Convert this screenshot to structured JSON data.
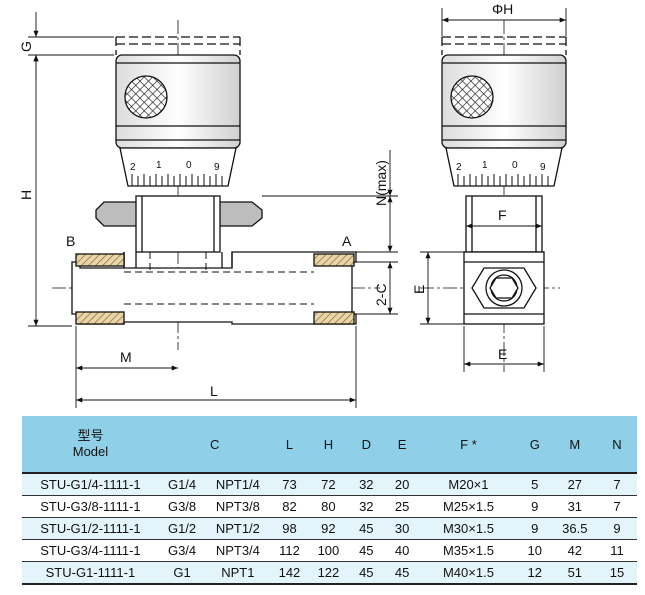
{
  "drawing": {
    "labels": {
      "phi_h": "ΦH",
      "g": "G",
      "h": "H",
      "n_max": "N(max)",
      "b": "B",
      "a": "A",
      "two_c": "2-C",
      "e_left": "E",
      "e_bottom": "E",
      "f": "F",
      "m": "M",
      "l": "L"
    },
    "dial_front": [
      "2",
      "1",
      "0",
      "9"
    ],
    "dial_side": [
      "2",
      "1",
      "0",
      "9"
    ]
  },
  "table": {
    "headers": {
      "model_cn": "型号",
      "model_en": "Model",
      "c": "C",
      "l": "L",
      "h": "H",
      "d": "D",
      "e": "E",
      "f": "F *",
      "g": "G",
      "m": "M",
      "n": "N"
    },
    "rows": [
      {
        "model": "STU-G1/4-1111-1",
        "c1": "G1/4",
        "c2": "NPT1/4",
        "l": "73",
        "h": "72",
        "d": "32",
        "e": "20",
        "f": "M20×1",
        "g": "5",
        "m": "27",
        "n": "7"
      },
      {
        "model": "STU-G3/8-1111-1",
        "c1": "G3/8",
        "c2": "NPT3/8",
        "l": "82",
        "h": "80",
        "d": "32",
        "e": "25",
        "f": "M25×1.5",
        "g": "9",
        "m": "31",
        "n": "7"
      },
      {
        "model": "STU-G1/2-1111-1",
        "c1": "G1/2",
        "c2": "NPT1/2",
        "l": "98",
        "h": "92",
        "d": "45",
        "e": "30",
        "f": "M30×1.5",
        "g": "9",
        "m": "36.5",
        "n": "9"
      },
      {
        "model": "STU-G3/4-1111-1",
        "c1": "G3/4",
        "c2": "NPT3/4",
        "l": "112",
        "h": "100",
        "d": "45",
        "e": "40",
        "f": "M35×1.5",
        "g": "10",
        "m": "42",
        "n": "11"
      },
      {
        "model": "STU-G1-1111-1",
        "c1": "G1",
        "c2": "NPT1",
        "l": "142",
        "h": "122",
        "d": "45",
        "e": "45",
        "f": "M40×1.5",
        "g": "12",
        "m": "51",
        "n": "15"
      }
    ]
  }
}
